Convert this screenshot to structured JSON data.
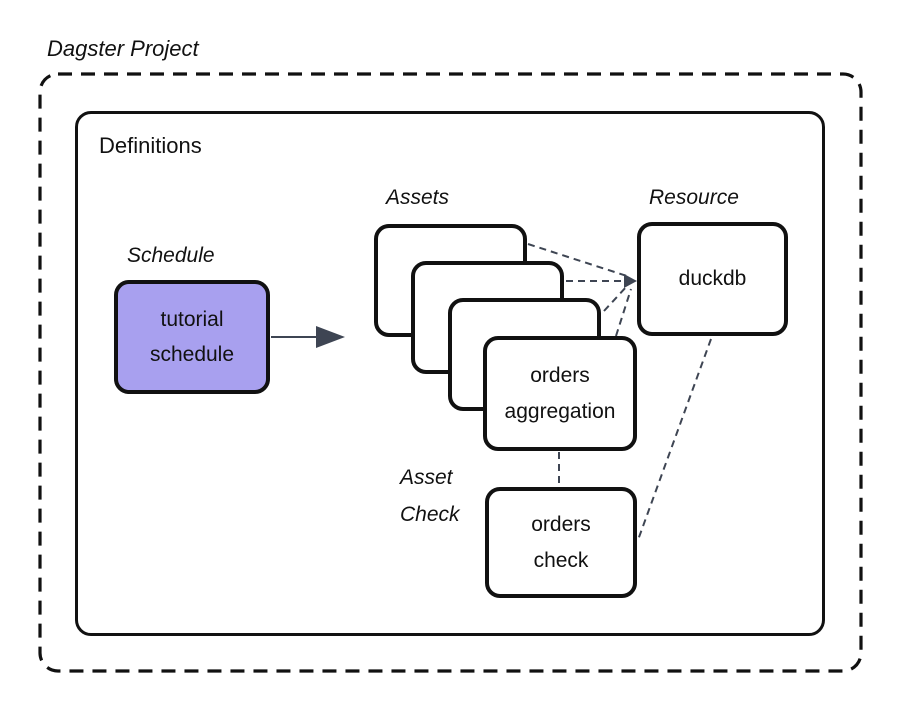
{
  "title": "Dagster Project",
  "definitions": {
    "label": "Definitions"
  },
  "schedule": {
    "label": "Schedule",
    "box": "tutorial\nschedule"
  },
  "assets": {
    "label": "Assets",
    "front_box": "orders\naggregation",
    "stack_count": 4
  },
  "resource": {
    "label": "Resource",
    "box": "duckdb"
  },
  "asset_check": {
    "label": "Asset\nCheck",
    "box": "orders\ncheck"
  },
  "connections": [
    {
      "from": "tutorial schedule",
      "to": "assets",
      "style": "solid-arrow"
    },
    {
      "from": "assets",
      "to": "duckdb",
      "style": "dashed"
    },
    {
      "from": "orders aggregation",
      "to": "orders check",
      "style": "dashed"
    },
    {
      "from": "duckdb",
      "to": "orders check",
      "style": "dashed"
    }
  ],
  "colors": {
    "schedule_fill": "#a8a0ef",
    "box_border": "#111111",
    "connector": "#3e4553"
  }
}
